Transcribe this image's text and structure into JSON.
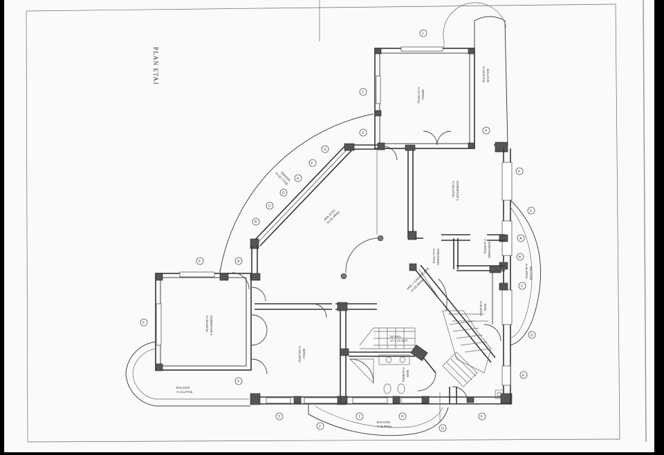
{
  "plan": {
    "title": "PLAN  ETAJ"
  },
  "rooms": {
    "birou_top": {
      "name": "BIROU",
      "area": "A=17,52mp."
    },
    "balcon_top": {
      "name": "BALCON",
      "area": "A=11,57mp."
    },
    "terasa": {
      "name": "TERASA",
      "area": "A=32,71mp."
    },
    "hol_etaj": {
      "name": "HOL ETAJ",
      "area": "A=33,46mp."
    },
    "dormitor1": {
      "name": "DORMITOR 1",
      "area": "A=18,12mp."
    },
    "dressing1": {
      "name": "DRESSING",
      "area": "A=2,71mp."
    },
    "dressing2": {
      "name": "DRESSING",
      "area": "A=2,84mp."
    },
    "balcon_right": {
      "name": "BALCON",
      "area": "A=6,18mp."
    },
    "baie_right": {
      "name": "BAIE",
      "area": "A=6,34mp."
    },
    "hol_scara": {
      "name": "HOL + CASA SCARII",
      "area": "A=26,46mp."
    },
    "dormitor2": {
      "name": "DORMITOR 2",
      "area": "A=16,52mp."
    },
    "birou_bottom": {
      "name": "BIROU",
      "area": "A=13,23mp."
    },
    "baie_bottom": {
      "name": "BAIE",
      "area": "A=6,80mp."
    },
    "balcon_left": {
      "name": "BALCON",
      "area": "A=11,27mp."
    },
    "balcon_bottom": {
      "name": "BALCON",
      "area": "A=8,58mp."
    },
    "scara": {
      "name": "SCARA",
      "area": "17 x 17,2/27"
    }
  },
  "axes": {
    "a1": "1",
    "a2": "2",
    "a3": "3",
    "a4": "4",
    "a5": "5",
    "a6": "6",
    "b1": "A",
    "b2": "B",
    "b3": "C",
    "b4": "D",
    "b5": "E",
    "b6": "F",
    "b7": "G",
    "b8": "H"
  }
}
